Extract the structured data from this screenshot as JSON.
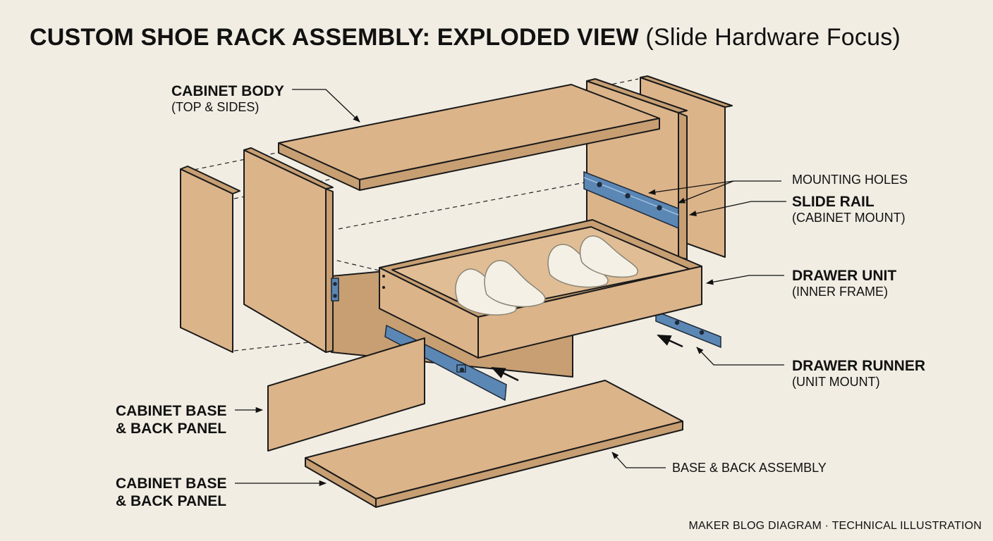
{
  "title": {
    "main": "CUSTOM SHOE RACK ASSEMBLY: EXPLODED VIEW",
    "sub": "(Slide Hardware Focus)"
  },
  "labels": {
    "cabinet_body": {
      "title": "CABINET BODY",
      "sub": "(TOP & SIDES)"
    },
    "mounting_holes": {
      "title": "MOUNTING HOLES"
    },
    "slide_rail": {
      "title": "SLIDE RAIL",
      "sub": "(CABINET MOUNT)"
    },
    "drawer_unit": {
      "title": "DRAWER UNIT",
      "sub": "(INNER FRAME)"
    },
    "drawer_runner": {
      "title": "DRAWER RUNNER",
      "sub": "(UNIT MOUNT)"
    },
    "cabinet_base_1": {
      "line1": "CABINET BASE",
      "line2": "& BACK PANEL"
    },
    "cabinet_base_2": {
      "line1": "CABINET BASE",
      "line2": "& BACK PANEL"
    },
    "base_back_assembly": {
      "title": "BASE & BACK ASSEMBLY"
    }
  },
  "credit": "MAKER BLOG DIAGRAM · TECHNICAL ILLUSTRATION",
  "colors": {
    "background": "#f1ede3",
    "wood_face": "#dcb48a",
    "wood_edge": "#c79f73",
    "hardware": "#5b87b5",
    "ink": "#111111"
  }
}
